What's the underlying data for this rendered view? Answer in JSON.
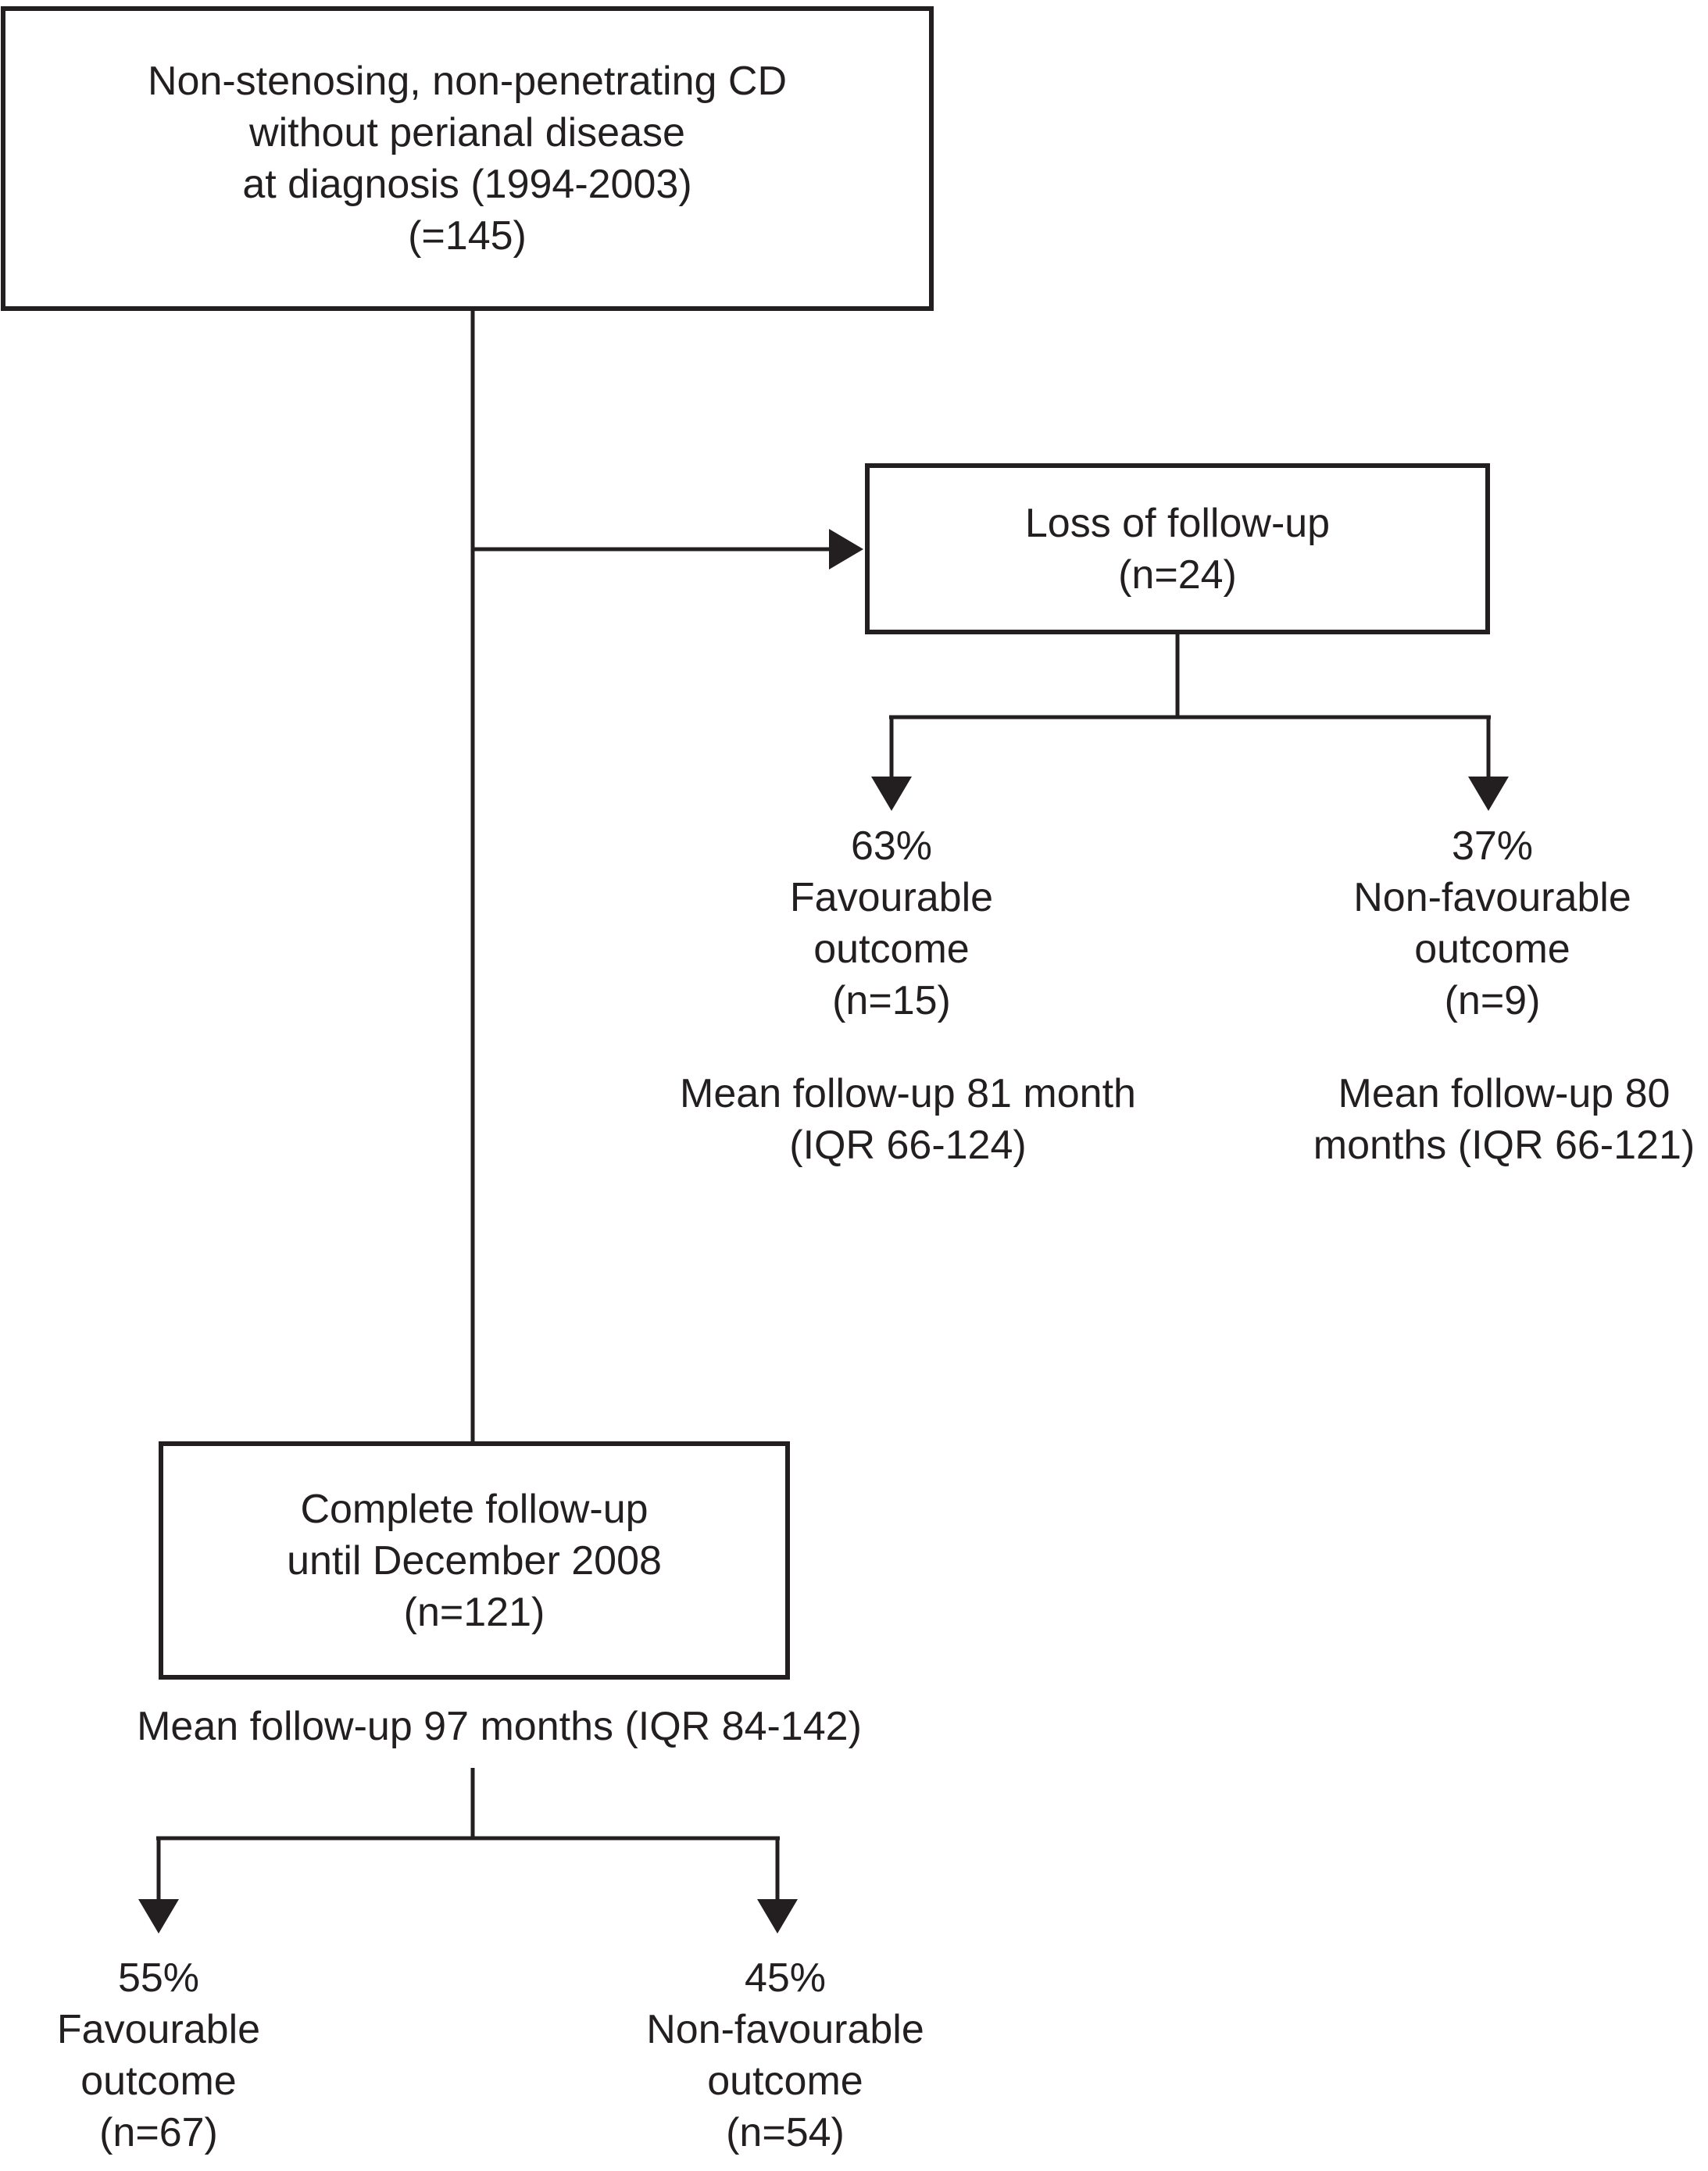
{
  "figure": {
    "background": "#ffffff",
    "ink": "#231f20"
  },
  "diagram": {
    "top_box": {
      "lines": [
        "Non-stenosing, non-penetrating CD",
        "without perianal disease",
        "at diagnosis (1994-2003)",
        "(=145)"
      ]
    },
    "loss_box": {
      "lines": [
        "Loss of follow-up",
        "(n=24)"
      ]
    },
    "loss_favourable": {
      "lines": [
        "63%",
        "Favourable",
        "outcome",
        "(n=15)"
      ]
    },
    "loss_favourable_mean": {
      "lines": [
        "Mean follow-up 81 month",
        "(IQR 66-124)"
      ]
    },
    "loss_nonfavourable": {
      "lines": [
        "37%",
        "Non-favourable",
        "outcome",
        "(n=9)"
      ]
    },
    "loss_nonfavourable_mean": {
      "lines": [
        "Mean follow-up 80",
        "months (IQR 66-121)"
      ]
    },
    "complete_box": {
      "lines": [
        "Complete follow-up",
        "until December 2008",
        "(n=121)"
      ]
    },
    "complete_mean": {
      "lines": [
        "Mean follow-up 97 months (IQR 84-142)"
      ]
    },
    "complete_favourable": {
      "lines": [
        "55%",
        "Favourable",
        "outcome",
        "(n=67)"
      ]
    },
    "complete_nonfavourable": {
      "lines": [
        "45%",
        "Non-favourable",
        "outcome",
        "(n=54)"
      ]
    }
  }
}
